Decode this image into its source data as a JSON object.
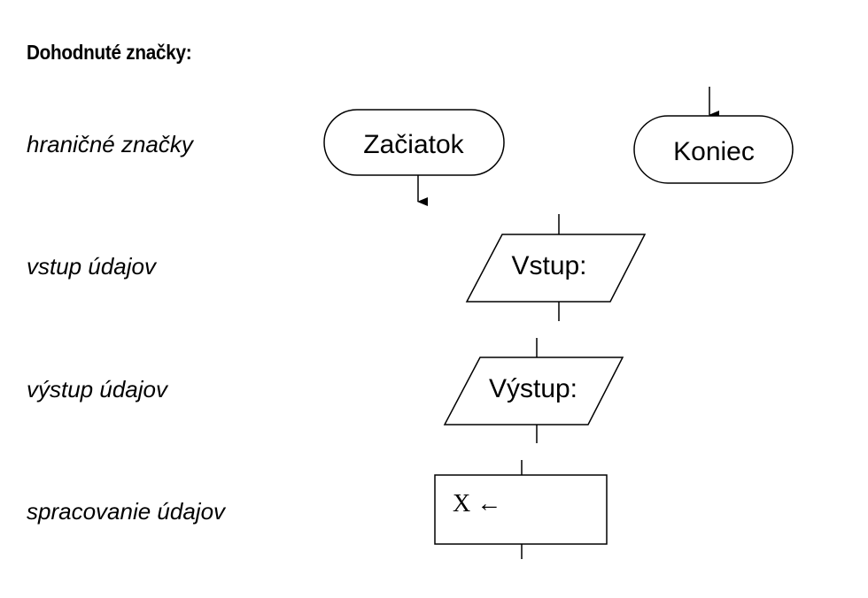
{
  "heading": "Dohodnuté značky:",
  "rows": [
    {
      "label": "hraničné značky"
    },
    {
      "label": "vstup údajov"
    },
    {
      "label": "výstup údajov"
    },
    {
      "label": "spracovanie údajov"
    }
  ],
  "symbols": {
    "start": "Začiatok",
    "end": "Koniec",
    "input": "Vstup:",
    "output": "Výstup:",
    "process": "X ←"
  }
}
